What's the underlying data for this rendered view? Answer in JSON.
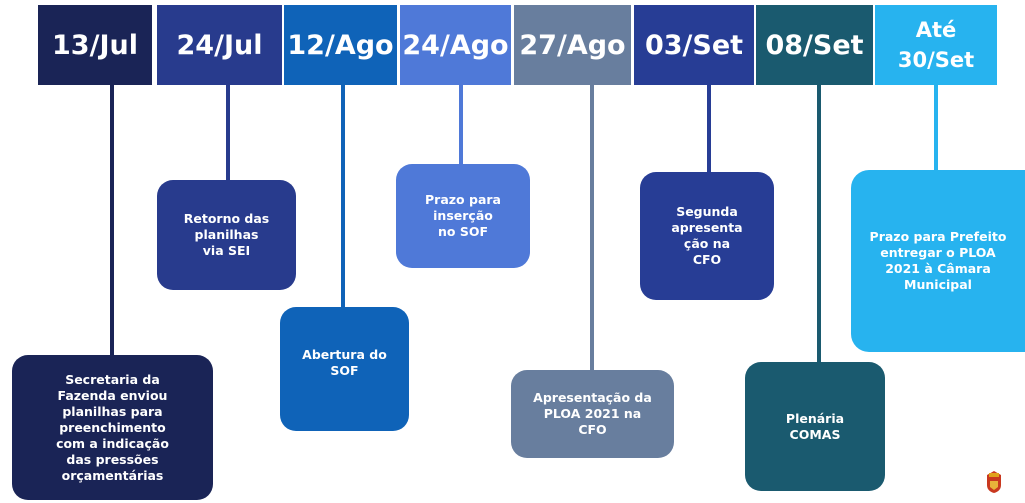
{
  "timeline": [
    {
      "date": "13/Jul",
      "description": "Secretaria da\nFazenda enviou\nplanilhas para\npreenchimento\ncom a indicação\ndas pressões\norçamentárias",
      "color": "#1a2456"
    },
    {
      "date": "24/Jul",
      "description": "Retorno das\nplanilhas\nvia SEI",
      "color": "#283b8d"
    },
    {
      "date": "12/Ago",
      "description": "Abertura do\nSOF",
      "color": "#0f63b8"
    },
    {
      "date": "24/Ago",
      "description": "Prazo para\ninserção\nno SOF",
      "color": "#4f79d8"
    },
    {
      "date": "27/Ago",
      "description": "Apresentação da\nPLOA 2021 na\nCFO",
      "color": "#687e9e"
    },
    {
      "date": "03/Set",
      "description": "Segunda\napresenta\nção na\nCFO",
      "color": "#273d95"
    },
    {
      "date": "08/Set",
      "description": "Plenária\nCOMAS",
      "color": "#1a5a6f"
    },
    {
      "date": "Até\n30/Set",
      "description": "Prazo para Prefeito\nentregar o PLOA\n2021 à Câmara\nMunicipal",
      "color": "#27b3ef"
    }
  ]
}
